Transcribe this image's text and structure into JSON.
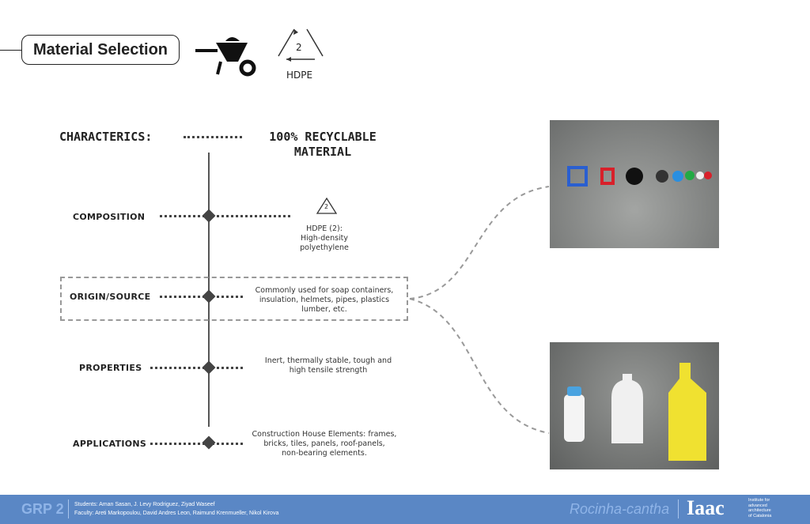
{
  "header": {
    "title": "Material Selection",
    "recycle_number": "2",
    "recycle_label": "HDPE"
  },
  "characteristics": {
    "label": "CHARACTERICS:",
    "value_line1": "100% RECYCLABLE",
    "value_line2": "MATERIAL"
  },
  "rows": [
    {
      "label": "COMPOSITION",
      "recycle_number": "2",
      "desc": [
        "HDPE (2):",
        "High-density",
        "polyethylene"
      ]
    },
    {
      "label": "ORIGIN/SOURCE",
      "desc": [
        "Commonly used for soap containers,",
        "insulation, helmets, pipes, plastics",
        "lumber, etc."
      ]
    },
    {
      "label": "PROPERTIES",
      "desc": [
        "Inert, thermally stable, tough and",
        "high tensile strength"
      ]
    },
    {
      "label": "APPLICATIONS",
      "desc": [
        "Construction House Elements: frames,",
        "bricks, tiles, panels, roof-panels,",
        "non-bearing elements."
      ]
    }
  ],
  "footer": {
    "group": "GRP 2",
    "students": "Students: Aman Sasan, J. Levy Rodriguez, Ziyad Waseef",
    "faculty": "Faculty: Areti Markopoulou, David Andres Leon, Raimund Krenmueller, Nikol Kirova",
    "project": "Rocinha-cantha",
    "logo": "Iaac",
    "institute": [
      "Institute for",
      "advanced",
      "architecture",
      "of Catalonia"
    ]
  }
}
